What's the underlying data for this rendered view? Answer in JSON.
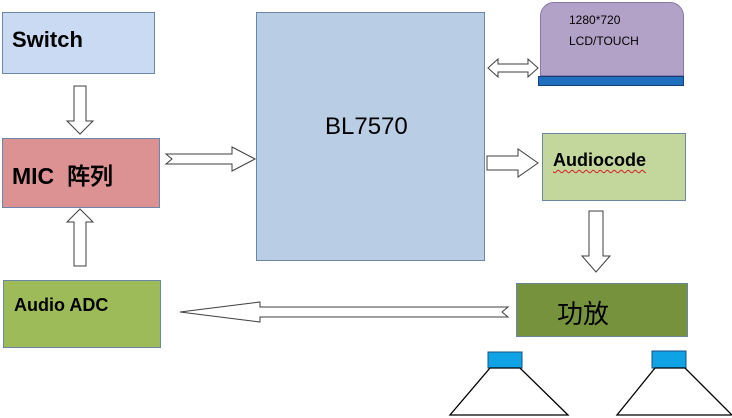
{
  "nodes": {
    "switch": {
      "label": "Switch",
      "fill": "#c9daf2"
    },
    "mic": {
      "label": "MIC  阵列",
      "fill": "#dc9193"
    },
    "adc": {
      "label": "Audio ADC",
      "fill": "#9dbb59"
    },
    "soc": {
      "label": "BL7570",
      "fill": "#b9cde5"
    },
    "display": {
      "line1": "1280*720",
      "line2": "LCD/TOUCH",
      "fill": "#b3a2c7",
      "base": "#1f6ec0"
    },
    "codec": {
      "label": "Audiocode",
      "fill": "#c3d69b"
    },
    "amp": {
      "label": "功放",
      "fill": "#76923c"
    }
  },
  "speakers": {
    "count": 2,
    "magnet": "#0fa3e6"
  }
}
